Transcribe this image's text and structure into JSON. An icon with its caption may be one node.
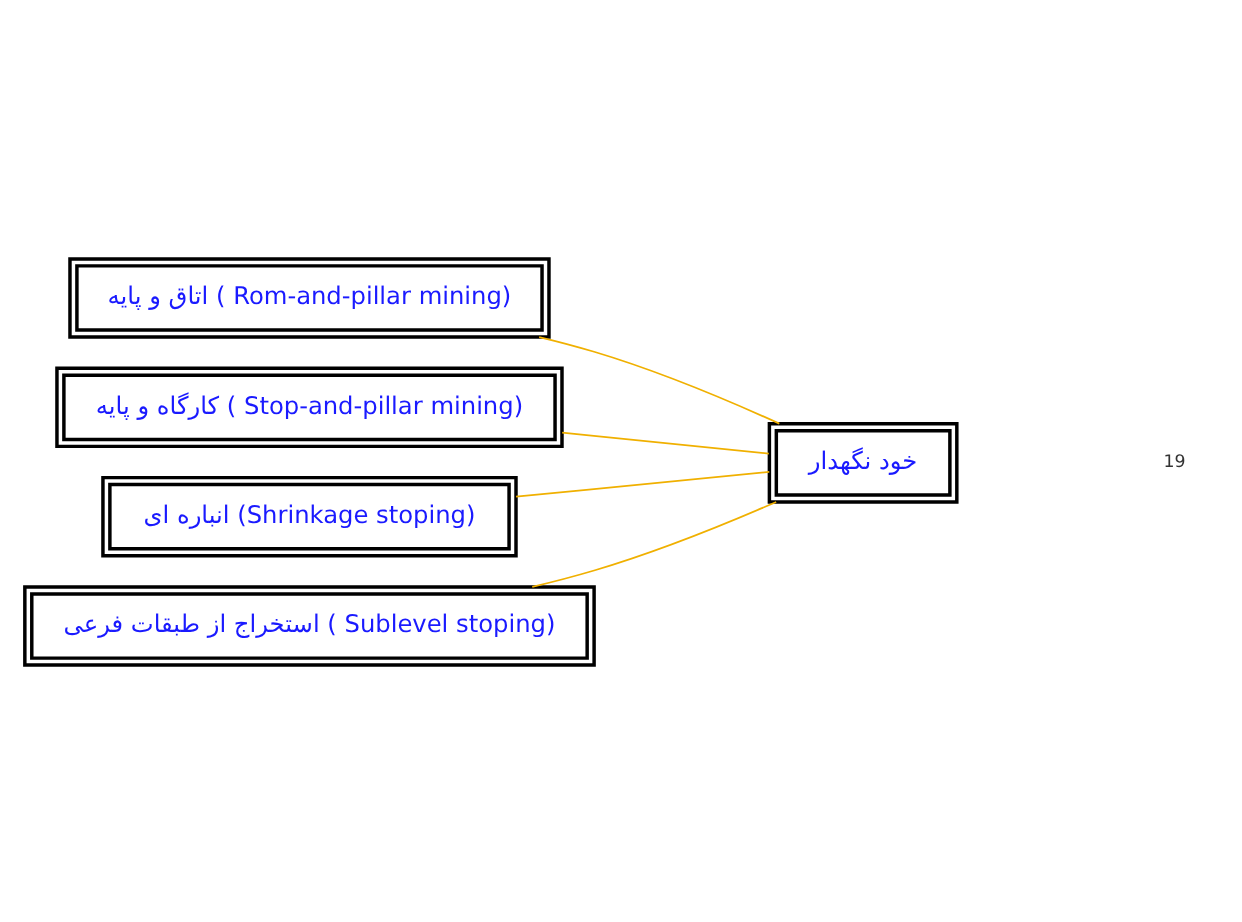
{
  "diagram": {
    "nodes": [
      {
        "text": [
          "اتاق و پایه ( Rom-and-pillar mining)"
        ]
      },
      {
        "text": [
          "کارگاه و پایه ( Stop-and-pillar mining)"
        ]
      },
      {
        "text": [
          "انباره ای (Shrinkage stoping)"
        ]
      },
      {
        "text": [
          "استخراج از طبقات فرعی ( Sublevel stoping)"
        ]
      },
      {
        "text": [
          "خود نگهدار"
        ]
      }
    ],
    "edges": [
      {
        "from": 0,
        "to": 4,
        "arrow": "none",
        "color": "#f0b000"
      },
      {
        "from": 1,
        "to": 4,
        "arrow": "none",
        "color": "#f0b000"
      },
      {
        "from": 2,
        "to": 4,
        "arrow": "none",
        "color": "#f0b000"
      },
      {
        "from": 3,
        "to": 4,
        "arrow": "none",
        "color": "#f0b000"
      }
    ],
    "labels": [
      "19"
    ]
  }
}
